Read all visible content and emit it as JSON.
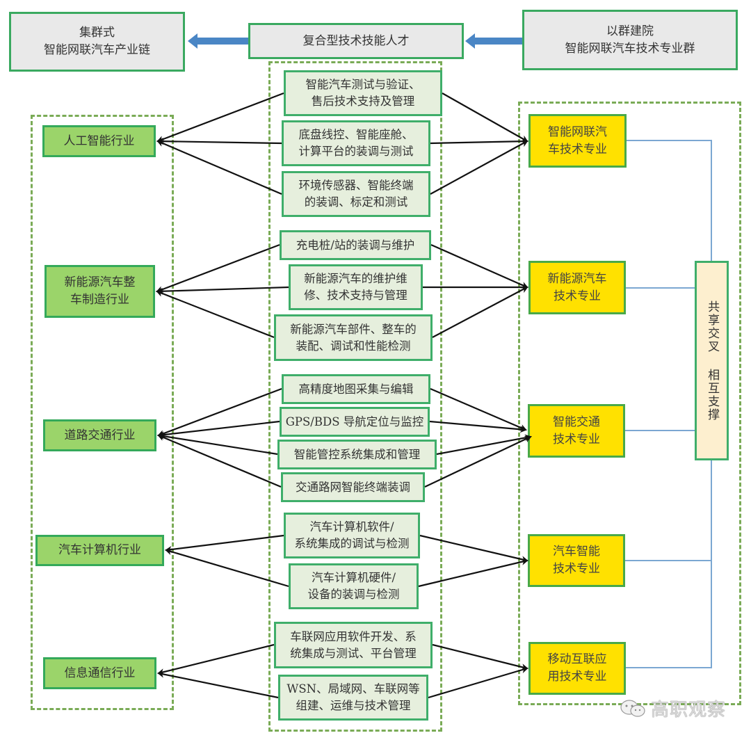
{
  "header": {
    "left": "集群式\n智能网联汽车产业链",
    "center": "复合型技术技能人才",
    "right": "以群建院\n智能网联汽车技术专业群"
  },
  "industries": [
    {
      "id": "ai",
      "label": "人工智能行业"
    },
    {
      "id": "nev",
      "label": "新能源汽车整\n车制造行业"
    },
    {
      "id": "road",
      "label": "道路交通行业"
    },
    {
      "id": "computer",
      "label": "汽车计算机行业"
    },
    {
      "id": "telecom",
      "label": "信息通信行业"
    }
  ],
  "skills": [
    {
      "label": "智能汽车测试与验证、\n售后技术支持及管理",
      "industry": 0,
      "major": 0
    },
    {
      "label": "底盘线控、智能座舱、\n计算平台的装调与测试",
      "industry": 0,
      "major": 0
    },
    {
      "label": "环境传感器、智能终端\n的装调、标定和测试",
      "industry": 0,
      "major": 0
    },
    {
      "label": "充电桩/站的装调与维护",
      "industry": 1,
      "major": 1
    },
    {
      "label": "新能源汽车的维护维\n修、技术支持与管理",
      "industry": 1,
      "major": 1
    },
    {
      "label": "新能源汽车部件、整车的\n装配、调试和性能检测",
      "industry": 1,
      "major": 1
    },
    {
      "label": "高精度地图采集与编辑",
      "industry": 2,
      "major": 2
    },
    {
      "label": "GPS/BDS 导航定位与监控",
      "industry": 2,
      "major": 2
    },
    {
      "label": "智能管控系统集成和管理",
      "industry": 2,
      "major": 2
    },
    {
      "label": "交通路网智能终端装调",
      "industry": 2,
      "major": 2
    },
    {
      "label": "汽车计算机软件/\n系统集成的调试与检测",
      "industry": 3,
      "major": 3
    },
    {
      "label": "汽车计算机硬件/\n设备的装调与检测",
      "industry": 3,
      "major": 3
    },
    {
      "label": "车联网应用软件开发、系\n统集成与测试、平台管理",
      "industry": 4,
      "major": 4
    },
    {
      "label": "WSN、局域网、车联网等\n组建、运维与技术管理",
      "industry": 4,
      "major": 4
    }
  ],
  "majors": [
    {
      "label": "智能网联汽\n车技术专业"
    },
    {
      "label": "新能源汽车\n技术专业"
    },
    {
      "label": "智能交通\n技术专业"
    },
    {
      "label": "汽车智能\n技术专业"
    },
    {
      "label": "移动互联应\n用技术专业"
    }
  ],
  "share_box": {
    "line1": "共享交叉",
    "line2": "相互支撑"
  },
  "watermark": "高职观察",
  "colors": {
    "industry_fill": "#9bd46a",
    "major_fill": "#ffe100",
    "skill_fill": "#e6efdd",
    "share_fill": "#fdefcf",
    "header_fill": "#e9e9e9",
    "border_green": "#3aa960",
    "arrow_blue": "#4a86c5",
    "connector_blue": "#7ba7d2",
    "line_black": "#111111"
  }
}
